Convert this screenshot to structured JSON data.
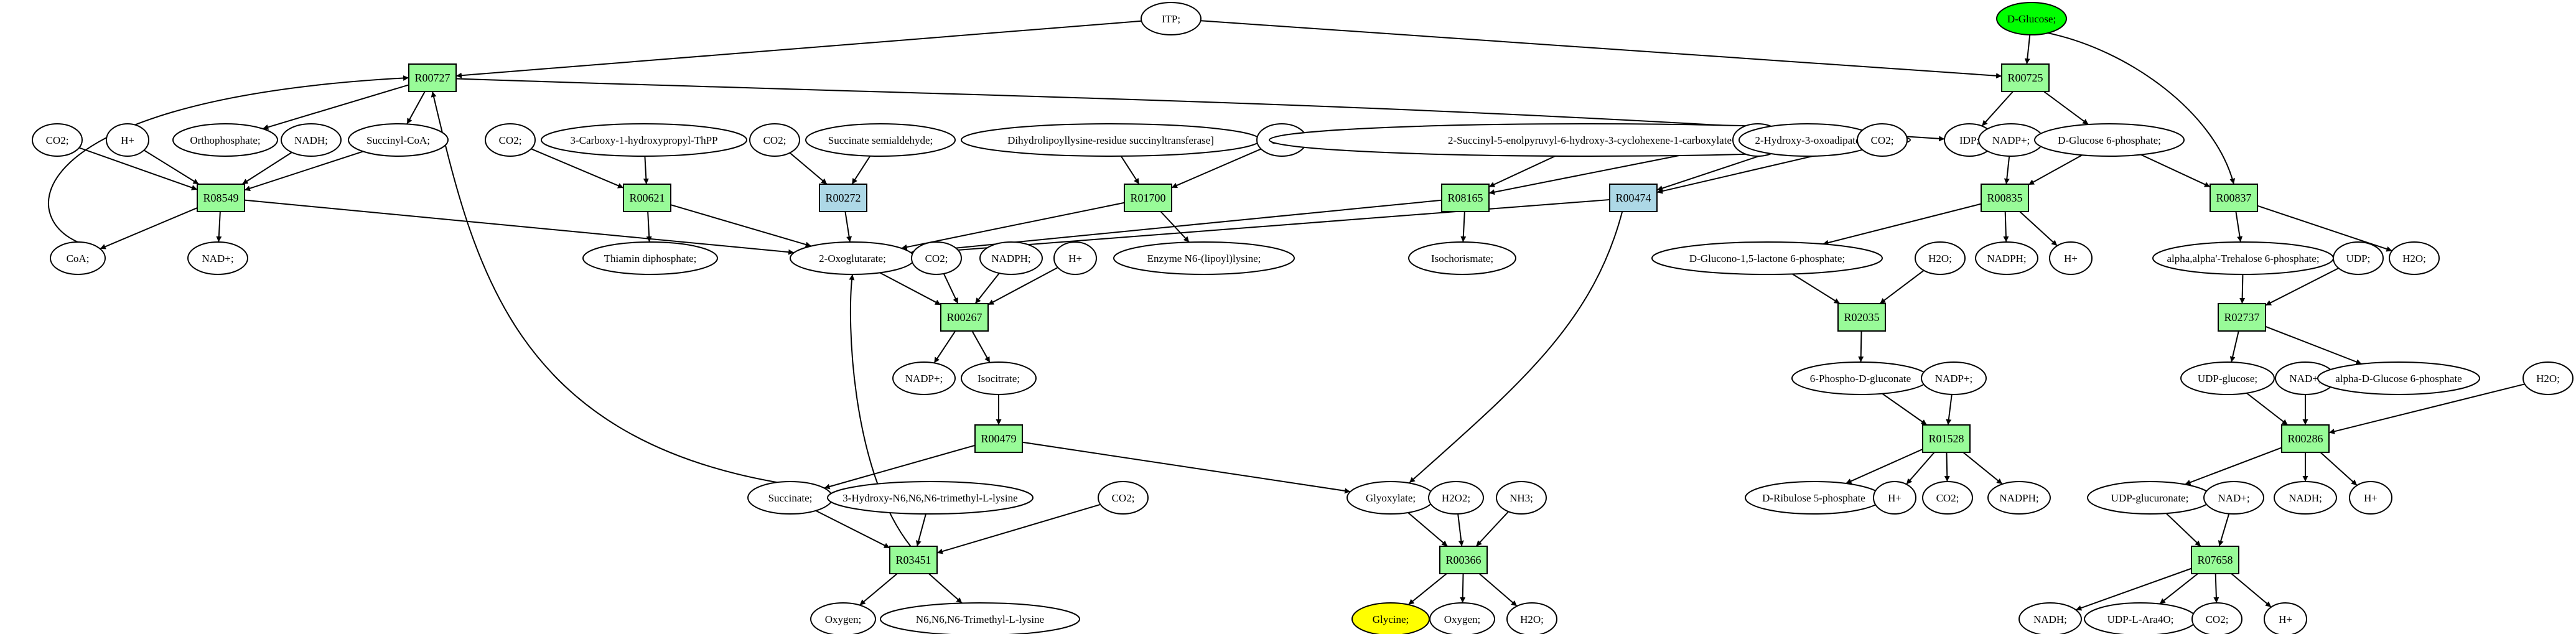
{
  "colors": {
    "reaction_default": "#98fb98",
    "reaction_highlight": "#add8e6",
    "compound_default": "#ffffff",
    "source": "#00ff00",
    "target": "#ffff00"
  },
  "compounds": [
    {
      "id": "itp",
      "label": "ITP;",
      "style": "default"
    },
    {
      "id": "glucose",
      "label": "D-Glucose;",
      "style": "source"
    },
    {
      "id": "co2_a",
      "label": "CO2;",
      "style": "default"
    },
    {
      "id": "h_a",
      "label": "H+",
      "style": "default"
    },
    {
      "id": "orthophosphate",
      "label": "Orthophosphate;",
      "style": "default"
    },
    {
      "id": "nadh_a",
      "label": "NADH;",
      "style": "default"
    },
    {
      "id": "succinylcoa",
      "label": "Succinyl-CoA;",
      "style": "default"
    },
    {
      "id": "co2_b",
      "label": "CO2;",
      "style": "default"
    },
    {
      "id": "carboxythpp",
      "label": "3-Carboxy-1-hydroxypropyl-ThPP",
      "style": "default"
    },
    {
      "id": "co2_c",
      "label": "CO2;",
      "style": "default"
    },
    {
      "id": "succsemi",
      "label": "Succinate semialdehyde;",
      "style": "default"
    },
    {
      "id": "dihydrolipoyl",
      "label": "Dihydrolipoyllysine-residue succinyltransferase]",
      "style": "default"
    },
    {
      "id": "co2_d",
      "label": "CO2;",
      "style": "default"
    },
    {
      "id": "sephchc",
      "label": "2-Succinyl-5-enolpyruvyl-6-hydroxy-3-cyclohexene-1-carboxylate",
      "style": "default"
    },
    {
      "id": "co2_e",
      "label": "CO2;",
      "style": "default"
    },
    {
      "id": "oxoadipate",
      "label": "2-Hydroxy-3-oxoadipate",
      "style": "default"
    },
    {
      "id": "co2_f",
      "label": "CO2;",
      "style": "default"
    },
    {
      "id": "idp",
      "label": "IDP;",
      "style": "default"
    },
    {
      "id": "nadpplus_a",
      "label": "NADP+;",
      "style": "default"
    },
    {
      "id": "g6p",
      "label": "D-Glucose 6-phosphate;",
      "style": "default"
    },
    {
      "id": "coa",
      "label": "CoA;",
      "style": "default"
    },
    {
      "id": "nadplus_a",
      "label": "NAD+;",
      "style": "default"
    },
    {
      "id": "thiamin",
      "label": "Thiamin diphosphate;",
      "style": "default"
    },
    {
      "id": "oxoglutarate",
      "label": "2-Oxoglutarate;",
      "style": "default"
    },
    {
      "id": "co2_g",
      "label": "CO2;",
      "style": "default"
    },
    {
      "id": "nadph_a",
      "label": "NADPH;",
      "style": "default"
    },
    {
      "id": "h_b",
      "label": "H+",
      "style": "default"
    },
    {
      "id": "lipoyllysine",
      "label": "Enzyme N6-(lipoyl)lysine;",
      "style": "default"
    },
    {
      "id": "isochorismate",
      "label": "Isochorismate;",
      "style": "default"
    },
    {
      "id": "glucono",
      "label": "D-Glucono-1,5-lactone 6-phosphate;",
      "style": "default"
    },
    {
      "id": "nadph_b",
      "label": "NADPH;",
      "style": "default"
    },
    {
      "id": "h_c",
      "label": "H+",
      "style": "default"
    },
    {
      "id": "trehalose6p",
      "label": "alpha,alpha'-Trehalose 6-phosphate;",
      "style": "default"
    },
    {
      "id": "udp",
      "label": "UDP;",
      "style": "default"
    },
    {
      "id": "h2o_a",
      "label": "H2O;",
      "style": "default"
    },
    {
      "id": "h2o_b",
      "label": "H2O;",
      "style": "default"
    },
    {
      "id": "nadpplus_b",
      "label": "NADP+;",
      "style": "default"
    },
    {
      "id": "isocitrate",
      "label": "Isocitrate;",
      "style": "default"
    },
    {
      "id": "phosphogluconate",
      "label": "6-Phospho-D-gluconate",
      "style": "default"
    },
    {
      "id": "nadpplus_c",
      "label": "NADP+;",
      "style": "default"
    },
    {
      "id": "udpglucose",
      "label": "UDP-glucose;",
      "style": "default"
    },
    {
      "id": "nadplus_b",
      "label": "NAD+;",
      "style": "default"
    },
    {
      "id": "ag1p",
      "label": "alpha-D-Glucose 6-phosphate",
      "style": "default"
    },
    {
      "id": "h2o_c",
      "label": "H2O;",
      "style": "default"
    },
    {
      "id": "succinate",
      "label": "Succinate;",
      "style": "default"
    },
    {
      "id": "hydroxytml",
      "label": "3-Hydroxy-N6,N6,N6-trimethyl-L-lysine",
      "style": "default"
    },
    {
      "id": "co2_h",
      "label": "CO2;",
      "style": "default"
    },
    {
      "id": "glyoxylate",
      "label": "Glyoxylate;",
      "style": "default"
    },
    {
      "id": "h2o2",
      "label": "H2O2;",
      "style": "default"
    },
    {
      "id": "nh3",
      "label": "NH3;",
      "style": "default"
    },
    {
      "id": "ribulose5p",
      "label": "D-Ribulose 5-phosphate",
      "style": "default"
    },
    {
      "id": "h_d",
      "label": "H+",
      "style": "default"
    },
    {
      "id": "co2_i",
      "label": "CO2;",
      "style": "default"
    },
    {
      "id": "nadph_c",
      "label": "NADPH;",
      "style": "default"
    },
    {
      "id": "udpglucuronate",
      "label": "UDP-glucuronate;",
      "style": "default"
    },
    {
      "id": "nadplus_c",
      "label": "NAD+;",
      "style": "default"
    },
    {
      "id": "nadh_b",
      "label": "NADH;",
      "style": "default"
    },
    {
      "id": "h_e",
      "label": "H+",
      "style": "default"
    },
    {
      "id": "oxygen_a",
      "label": "Oxygen;",
      "style": "default"
    },
    {
      "id": "tml",
      "label": "N6,N6,N6-Trimethyl-L-lysine",
      "style": "default"
    },
    {
      "id": "glycine",
      "label": "Glycine;",
      "style": "target"
    },
    {
      "id": "oxygen_b",
      "label": "Oxygen;",
      "style": "default"
    },
    {
      "id": "h2o_d",
      "label": "H2O;",
      "style": "default"
    },
    {
      "id": "nadh_c",
      "label": "NADH;",
      "style": "default"
    },
    {
      "id": "udpara4o",
      "label": "UDP-L-Ara4O;",
      "style": "default"
    },
    {
      "id": "co2_j",
      "label": "CO2;",
      "style": "default"
    },
    {
      "id": "h_f",
      "label": "H+",
      "style": "default"
    }
  ],
  "reactions": [
    {
      "id": "R00727",
      "label": "R00727",
      "style": "default"
    },
    {
      "id": "R00725",
      "label": "R00725",
      "style": "default"
    },
    {
      "id": "R08549",
      "label": "R08549",
      "style": "default"
    },
    {
      "id": "R00621",
      "label": "R00621",
      "style": "default"
    },
    {
      "id": "R00272",
      "label": "R00272",
      "style": "highlight"
    },
    {
      "id": "R01700",
      "label": "R01700",
      "style": "default"
    },
    {
      "id": "R08165",
      "label": "R08165",
      "style": "default"
    },
    {
      "id": "R00474",
      "label": "R00474",
      "style": "highlight"
    },
    {
      "id": "R00835",
      "label": "R00835",
      "style": "default"
    },
    {
      "id": "R00837",
      "label": "R00837",
      "style": "default"
    },
    {
      "id": "R00267",
      "label": "R00267",
      "style": "default"
    },
    {
      "id": "R02035",
      "label": "R02035",
      "style": "default"
    },
    {
      "id": "R02737",
      "label": "R02737",
      "style": "default"
    },
    {
      "id": "R00479",
      "label": "R00479",
      "style": "default"
    },
    {
      "id": "R01528",
      "label": "R01528",
      "style": "default"
    },
    {
      "id": "R00286",
      "label": "R00286",
      "style": "default"
    },
    {
      "id": "R03451",
      "label": "R03451",
      "style": "default"
    },
    {
      "id": "R00366",
      "label": "R00366",
      "style": "default"
    },
    {
      "id": "R07658",
      "label": "R07658",
      "style": "default"
    }
  ],
  "edges": [
    [
      "itp",
      "R00727"
    ],
    [
      "itp",
      "R00725"
    ],
    [
      "R00727",
      "orthophosphate"
    ],
    [
      "R00727",
      "succinylcoa"
    ],
    [
      "R00727",
      "idp"
    ],
    [
      "glucose",
      "R00725"
    ],
    [
      "glucose",
      "R00837"
    ],
    [
      "R00725",
      "idp"
    ],
    [
      "R00725",
      "g6p"
    ],
    [
      "co2_a",
      "R08549"
    ],
    [
      "h_a",
      "R08549"
    ],
    [
      "nadh_a",
      "R08549"
    ],
    [
      "succinylcoa",
      "R08549"
    ],
    [
      "R08549",
      "coa"
    ],
    [
      "R08549",
      "nadplus_a"
    ],
    [
      "R08549",
      "oxoglutarate"
    ],
    [
      "coa",
      "R00727"
    ],
    [
      "co2_b",
      "R00621"
    ],
    [
      "carboxythpp",
      "R00621"
    ],
    [
      "R00621",
      "thiamin"
    ],
    [
      "R00621",
      "oxoglutarate"
    ],
    [
      "co2_c",
      "R00272"
    ],
    [
      "succsemi",
      "R00272"
    ],
    [
      "R00272",
      "oxoglutarate"
    ],
    [
      "dihydrolipoyl",
      "R01700"
    ],
    [
      "co2_d",
      "R01700"
    ],
    [
      "R01700",
      "oxoglutarate"
    ],
    [
      "R01700",
      "lipoyllysine"
    ],
    [
      "sephchc",
      "R08165"
    ],
    [
      "co2_e",
      "R08165"
    ],
    [
      "R08165",
      "oxoglutarate"
    ],
    [
      "R08165",
      "isochorismate"
    ],
    [
      "oxoadipate",
      "R00474"
    ],
    [
      "co2_f",
      "R00474"
    ],
    [
      "R00474",
      "oxoglutarate"
    ],
    [
      "R00474",
      "glyoxylate"
    ],
    [
      "nadpplus_a",
      "R00835"
    ],
    [
      "g6p",
      "R00835"
    ],
    [
      "g6p",
      "R00837"
    ],
    [
      "R00835",
      "glucono"
    ],
    [
      "R00835",
      "nadph_b"
    ],
    [
      "R00835",
      "h_c"
    ],
    [
      "R00837",
      "trehalose6p"
    ],
    [
      "R00837",
      "h2o_a"
    ],
    [
      "oxoglutarate",
      "R00267"
    ],
    [
      "co2_g",
      "R00267"
    ],
    [
      "nadph_a",
      "R00267"
    ],
    [
      "h_b",
      "R00267"
    ],
    [
      "R00267",
      "nadpplus_b"
    ],
    [
      "R00267",
      "isocitrate"
    ],
    [
      "glucono",
      "R02035"
    ],
    [
      "h2o_b",
      "R02035"
    ],
    [
      "R02035",
      "phosphogluconate"
    ],
    [
      "trehalose6p",
      "R02737"
    ],
    [
      "udp",
      "R02737"
    ],
    [
      "R02737",
      "udpglucose"
    ],
    [
      "R02737",
      "ag1p"
    ],
    [
      "isocitrate",
      "R00479"
    ],
    [
      "R00479",
      "succinate"
    ],
    [
      "R00479",
      "glyoxylate"
    ],
    [
      "phosphogluconate",
      "R01528"
    ],
    [
      "nadpplus_c",
      "R01528"
    ],
    [
      "R01528",
      "ribulose5p"
    ],
    [
      "R01528",
      "h_d"
    ],
    [
      "R01528",
      "co2_i"
    ],
    [
      "R01528",
      "nadph_c"
    ],
    [
      "udpglucose",
      "R00286"
    ],
    [
      "nadplus_b",
      "R00286"
    ],
    [
      "h2o_c",
      "R00286"
    ],
    [
      "R00286",
      "udpglucuronate"
    ],
    [
      "R00286",
      "nadh_b"
    ],
    [
      "R00286",
      "h_e"
    ],
    [
      "succinate",
      "R03451"
    ],
    [
      "hydroxytml",
      "R03451"
    ],
    [
      "co2_h",
      "R03451"
    ],
    [
      "R03451",
      "oxoglutarate"
    ],
    [
      "R03451",
      "oxygen_a"
    ],
    [
      "R03451",
      "tml"
    ],
    [
      "succinate",
      "R00727"
    ],
    [
      "glyoxylate",
      "R00366"
    ],
    [
      "h2o2",
      "R00366"
    ],
    [
      "nh3",
      "R00366"
    ],
    [
      "R00366",
      "glycine"
    ],
    [
      "R00366",
      "oxygen_b"
    ],
    [
      "R00366",
      "h2o_d"
    ],
    [
      "udpglucuronate",
      "R07658"
    ],
    [
      "nadplus_c",
      "R07658"
    ],
    [
      "R07658",
      "nadh_c"
    ],
    [
      "R07658",
      "udpara4o"
    ],
    [
      "R07658",
      "co2_j"
    ],
    [
      "R07658",
      "h_f"
    ]
  ]
}
